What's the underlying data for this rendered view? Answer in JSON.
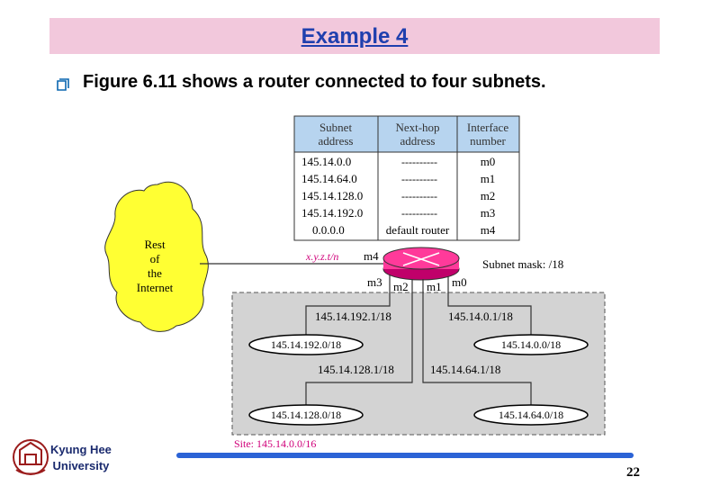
{
  "title": "Example 4",
  "bullet_text": "Figure 6.11 shows a router connected to four subnets.",
  "table": {
    "headers": [
      [
        "Subnet",
        "address"
      ],
      [
        "Next-hop",
        "address"
      ],
      [
        "Interface",
        "number"
      ]
    ],
    "rows": [
      [
        "145.14.0.0",
        "----------",
        "m0"
      ],
      [
        "145.14.64.0",
        "----------",
        "m1"
      ],
      [
        "145.14.128.0",
        "----------",
        "m2"
      ],
      [
        "145.14.192.0",
        "----------",
        "m3"
      ],
      [
        "0.0.0.0",
        "default router",
        "m4"
      ]
    ]
  },
  "cloud_label": [
    "Rest",
    "of",
    "the",
    "Internet"
  ],
  "router": {
    "xyz": "x.y.z.t/n",
    "m4": "m4",
    "m3": "m3",
    "m2": "m2",
    "m1": "m1",
    "m0": "m0",
    "subnet_mask": "Subnet mask: /18"
  },
  "networks": {
    "top_left_ip": "145.14.192.1/18",
    "top_right_ip": "145.14.0.1/18",
    "top_left_net": "145.14.192.0/18",
    "top_right_net": "145.14.0.0/18",
    "bottom_left_ip": "145.14.128.1/18",
    "bottom_right_ip": "145.14.64.1/18",
    "bottom_left_net": "145.14.128.0/18",
    "bottom_right_net": "145.14.64.0/18"
  },
  "site_label": "Site: 145.14.0.0/16",
  "university": [
    "Kyung Hee",
    "University"
  ],
  "page_number": "22",
  "colors": {
    "title_bg": "#f2c8dc",
    "title_fg": "#1f3fae",
    "table_header_bg": "#b7d4ef",
    "cloud_fill": "#ffff33",
    "router_fill": "#ff3a9a",
    "site_bg": "#d3d3d3",
    "footer_line": "#2b63d6"
  }
}
